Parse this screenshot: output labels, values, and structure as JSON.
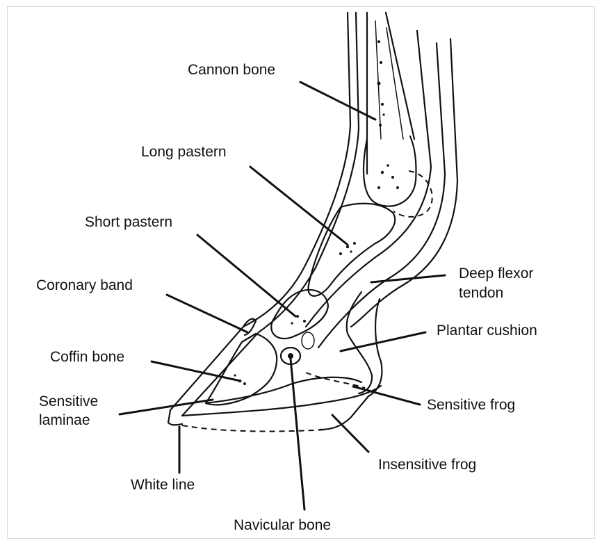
{
  "diagram": {
    "labels": {
      "cannon_bone": "Cannon bone",
      "long_pastern": "Long pastern",
      "short_pastern": "Short pastern",
      "coronary_band": "Coronary band",
      "coffin_bone": "Coffin bone",
      "sensitive_laminae_1": "Sensitive",
      "sensitive_laminae_2": "laminae",
      "deep_flexor_1": "Deep flexor",
      "deep_flexor_2": "tendon",
      "plantar_cushion": "Plantar cushion",
      "sensitive_frog": "Sensitive frog",
      "insensitive_frog": "Insensitive frog",
      "white_line": "White line",
      "navicular_bone": "Navicular bone"
    }
  }
}
